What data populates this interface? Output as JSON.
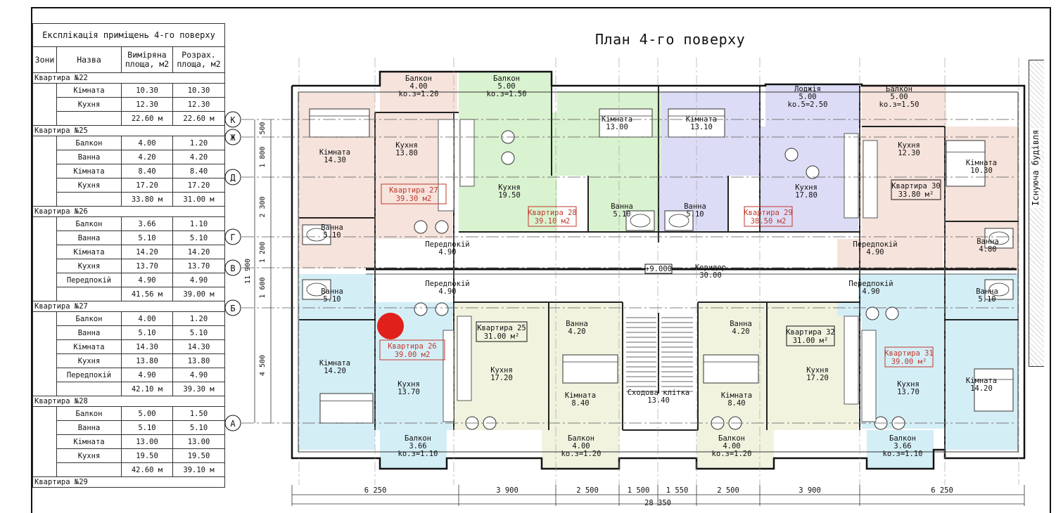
{
  "plan_title": "План 4-го поверху",
  "side_label": "Існуюча будівля",
  "corridor_mark": "+9.000",
  "explication": {
    "title": "Експлікація приміщень 4-го поверху",
    "headers": [
      "Зони",
      "Назва",
      "Виміряна площа, м2",
      "Розрах. площа, м2"
    ],
    "apartments": [
      {
        "name": "Квартира №22",
        "rooms": [
          [
            "Кімната",
            "10.30",
            "10.30"
          ],
          [
            "Кухня",
            "12.30",
            "12.30"
          ]
        ],
        "total": [
          "22.60 м",
          "22.60 м"
        ]
      },
      {
        "name": "Квартира №25",
        "rooms": [
          [
            "Балкон",
            "4.00",
            "1.20"
          ],
          [
            "Ванна",
            "4.20",
            "4.20"
          ],
          [
            "Кімната",
            "8.40",
            "8.40"
          ],
          [
            "Кухня",
            "17.20",
            "17.20"
          ]
        ],
        "total": [
          "33.80 м",
          "31.00 м"
        ]
      },
      {
        "name": "Квартира №26",
        "rooms": [
          [
            "Балкон",
            "3.66",
            "1.10"
          ],
          [
            "Ванна",
            "5.10",
            "5.10"
          ],
          [
            "Кімната",
            "14.20",
            "14.20"
          ],
          [
            "Кухня",
            "13.70",
            "13.70"
          ],
          [
            "Передпокій",
            "4.90",
            "4.90"
          ]
        ],
        "total": [
          "41.56 м",
          "39.00 м"
        ]
      },
      {
        "name": "Квартира №27",
        "rooms": [
          [
            "Балкон",
            "4.00",
            "1.20"
          ],
          [
            "Ванна",
            "5.10",
            "5.10"
          ],
          [
            "Кімната",
            "14.30",
            "14.30"
          ],
          [
            "Кухня",
            "13.80",
            "13.80"
          ],
          [
            "Передпокій",
            "4.90",
            "4.90"
          ]
        ],
        "total": [
          "42.10 м",
          "39.30 м"
        ]
      },
      {
        "name": "Квартира №28",
        "rooms": [
          [
            "Балкон",
            "5.00",
            "1.50"
          ],
          [
            "Ванна",
            "5.10",
            "5.10"
          ],
          [
            "Кімната",
            "13.00",
            "13.00"
          ],
          [
            "Кухня",
            "19.50",
            "19.50"
          ]
        ],
        "total": [
          "42.60 м",
          "39.10 м"
        ]
      },
      {
        "name": "Квартира №29",
        "rooms": [],
        "total": null
      }
    ]
  },
  "axes_rows": [
    "К",
    "Ж",
    "Д",
    "Г",
    "В",
    "Б",
    "А"
  ],
  "vertical_dims": [
    "500",
    "1 800",
    "2 300",
    "1 200",
    "1 600",
    "4 500"
  ],
  "vertical_total": "11 900",
  "horizontal_dims": [
    "6 250",
    "3 900",
    "2 500",
    "1 500",
    "1 550",
    "2 500",
    "3 900",
    "6 250"
  ],
  "horizontal_total": "28 350",
  "apartment_labels": [
    {
      "id": "apt27",
      "text": "Квартира 27",
      "area": "39.30 м2"
    },
    {
      "id": "apt28",
      "text": "Квартира 28",
      "area": "39.10 м2"
    },
    {
      "id": "apt29",
      "text": "Квартира 29",
      "area": "38.50 м2"
    },
    {
      "id": "apt30",
      "text": "Квартира 30",
      "area": "33.80 м²"
    },
    {
      "id": "apt25",
      "text": "Квартира 25",
      "area": "31.00 м²"
    },
    {
      "id": "apt32",
      "text": "Квартира 32",
      "area": "31.00 м²"
    },
    {
      "id": "apt26",
      "text": "Квартира 26",
      "area": "39.00 м2"
    },
    {
      "id": "apt31",
      "text": "Квартира 31",
      "area": "39.00 м²"
    }
  ],
  "room_labels": [
    {
      "id": "b27",
      "lines": [
        "Балкон",
        "4.00",
        "kо.з=1.20"
      ]
    },
    {
      "id": "b28",
      "lines": [
        "Балкон",
        "5.00",
        "kо.з=1.50"
      ]
    },
    {
      "id": "l29",
      "lines": [
        "Лоджія",
        "5.00",
        "kо.5=2.50"
      ]
    },
    {
      "id": "b30",
      "lines": [
        "Балкон",
        "5.00",
        "kо.з=1.50"
      ]
    },
    {
      "id": "r27",
      "lines": [
        "Кімната",
        "14.30"
      ]
    },
    {
      "id": "k27",
      "lines": [
        "Кухня",
        "13.80"
      ]
    },
    {
      "id": "k28",
      "lines": [
        "Кухня",
        "19.50"
      ]
    },
    {
      "id": "r28",
      "lines": [
        "Кімната",
        "13.00"
      ]
    },
    {
      "id": "r29",
      "lines": [
        "Кімната",
        "13.10"
      ]
    },
    {
      "id": "k29",
      "lines": [
        "Кухня",
        "17.80"
      ]
    },
    {
      "id": "k30",
      "lines": [
        "Кухня",
        "12.30"
      ]
    },
    {
      "id": "r30",
      "lines": [
        "Кімната",
        "10.30"
      ]
    },
    {
      "id": "v28",
      "lines": [
        "Ванна",
        "5.10"
      ]
    },
    {
      "id": "v29",
      "lines": [
        "Ванна",
        "5.10"
      ]
    },
    {
      "id": "v27",
      "lines": [
        "Ванна",
        "5.10"
      ]
    },
    {
      "id": "p27",
      "lines": [
        "Передпокій",
        "4.90"
      ]
    },
    {
      "id": "p30",
      "lines": [
        "Передпокій",
        "4.90"
      ]
    },
    {
      "id": "v30",
      "lines": [
        "Ванна",
        "4.80"
      ]
    },
    {
      "id": "cor",
      "lines": [
        "Коридор",
        "30.00"
      ]
    },
    {
      "id": "v26",
      "lines": [
        "Ванна",
        "5.10"
      ]
    },
    {
      "id": "p26",
      "lines": [
        "Передпокій",
        "4.90"
      ]
    },
    {
      "id": "p31",
      "lines": [
        "Передпокій",
        "4.90"
      ]
    },
    {
      "id": "v31",
      "lines": [
        "Ванна",
        "5.10"
      ]
    },
    {
      "id": "r26",
      "lines": [
        "Кімната",
        "14.20"
      ]
    },
    {
      "id": "k26",
      "lines": [
        "Кухня",
        "13.70"
      ]
    },
    {
      "id": "v25",
      "lines": [
        "Ванна",
        "4.20"
      ]
    },
    {
      "id": "k25",
      "lines": [
        "Кухня",
        "17.20"
      ]
    },
    {
      "id": "r25",
      "lines": [
        "Кімната",
        "8.40"
      ]
    },
    {
      "id": "st",
      "lines": [
        "Сходова клітка",
        "13.40"
      ]
    },
    {
      "id": "v32",
      "lines": [
        "Ванна",
        "4.20"
      ]
    },
    {
      "id": "k32",
      "lines": [
        "Кухня",
        "17.20"
      ]
    },
    {
      "id": "r32",
      "lines": [
        "Кімната",
        "8.40"
      ]
    },
    {
      "id": "k31",
      "lines": [
        "Кухня",
        "13.70"
      ]
    },
    {
      "id": "r31",
      "lines": [
        "Кімната",
        "14.20"
      ]
    },
    {
      "id": "b26",
      "lines": [
        "Балкон",
        "3.66",
        "kо.з=1.10"
      ]
    },
    {
      "id": "b25",
      "lines": [
        "Балкон",
        "4.00",
        "kо.з=1.20"
      ]
    },
    {
      "id": "b32",
      "lines": [
        "Балкон",
        "4.00",
        "kо.з=1.20"
      ]
    },
    {
      "id": "b31",
      "lines": [
        "Балкон",
        "3.66",
        "kо.з=1.10"
      ]
    }
  ],
  "colors": {
    "apt27": "#f6e3dc",
    "apt28": "#d9f2cf",
    "apt29": "#dcdcf6",
    "apt30": "#f6e3dc",
    "apt26": "#d4eef6",
    "apt25": "#f1f3df",
    "apt32": "#f1f3df",
    "apt31": "#d4eef6",
    "label_red": "#c0392b",
    "marker": "#e0201a"
  }
}
